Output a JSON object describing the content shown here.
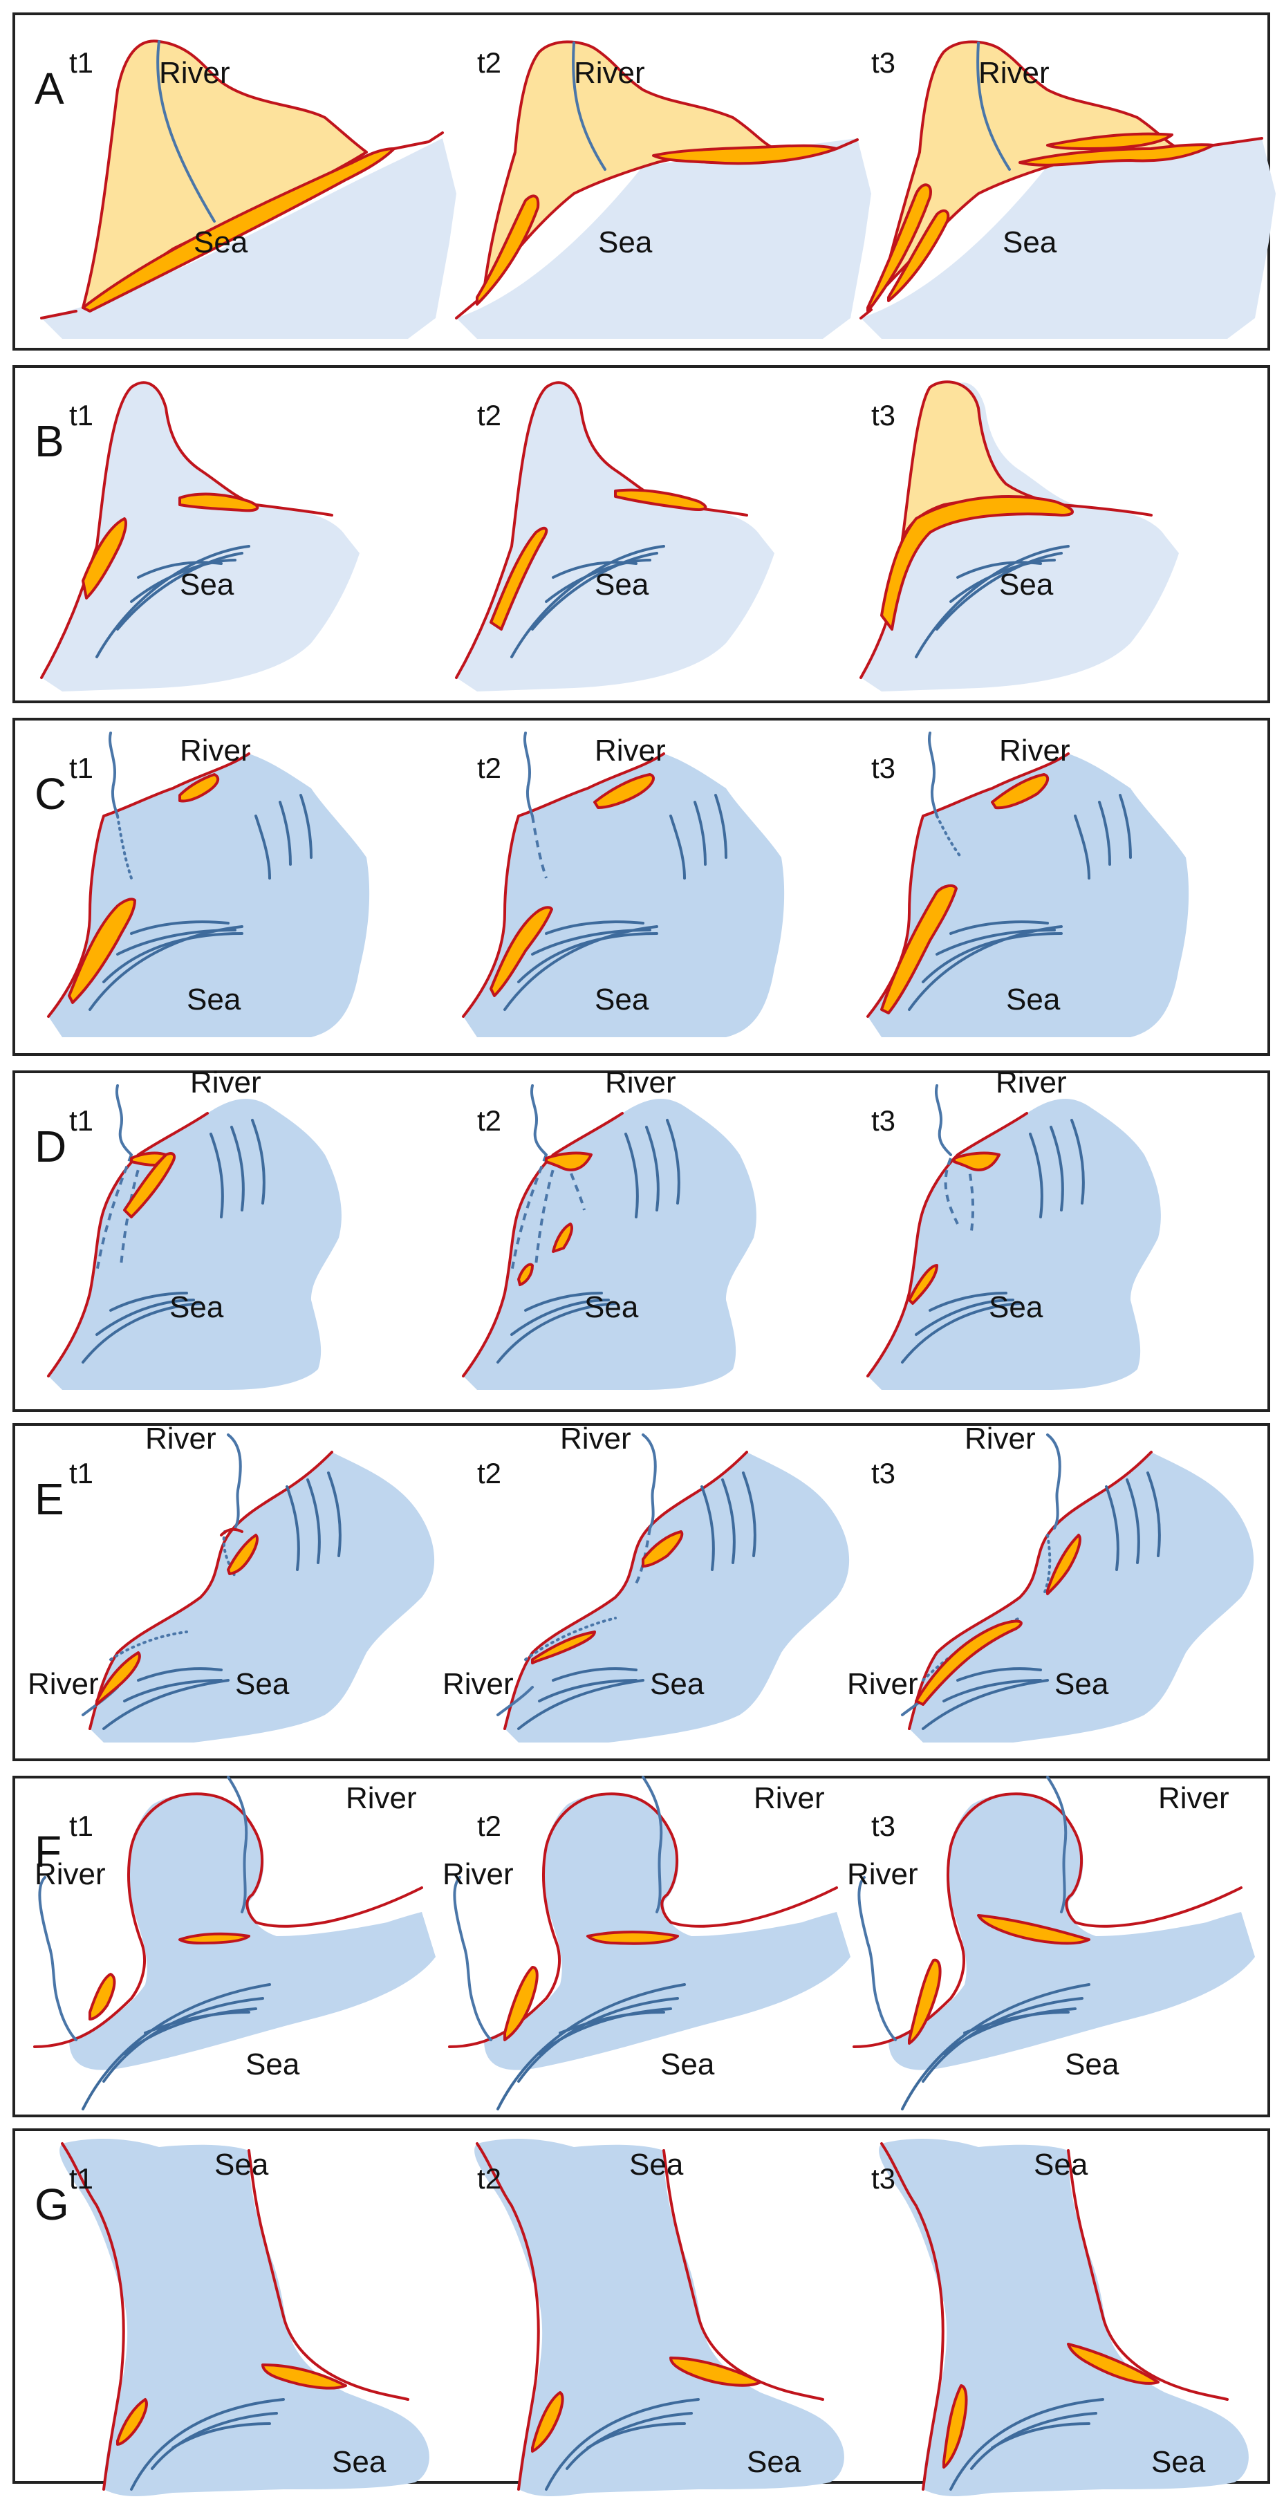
{
  "figure": {
    "colors": {
      "sea_light": "#dce7f5",
      "sea": "#bfd6ee",
      "land": "#fde29c",
      "spit": "#ffb000",
      "shoreline": "#c0141c",
      "river": "#4a76a8",
      "frame": "#222222"
    },
    "panels": [
      {
        "id": "A",
        "times": [
          "t1",
          "t2",
          "t3"
        ],
        "labels": [
          [
            "River",
            "Sea"
          ],
          [
            "River",
            "Sea"
          ],
          [
            "River",
            "Sea"
          ]
        ]
      },
      {
        "id": "B",
        "times": [
          "t1",
          "t2",
          "t3"
        ],
        "labels": [
          [
            "Sea"
          ],
          [
            "Sea"
          ],
          [
            "Sea"
          ]
        ]
      },
      {
        "id": "C",
        "times": [
          "t1",
          "t2",
          "t3"
        ],
        "labels": [
          [
            "River",
            "Sea"
          ],
          [
            "River",
            "Sea"
          ],
          [
            "River",
            "Sea"
          ]
        ]
      },
      {
        "id": "D",
        "times": [
          "t1",
          "t2",
          "t3"
        ],
        "labels": [
          [
            "River",
            "Sea"
          ],
          [
            "River",
            "Sea"
          ],
          [
            "River",
            "Sea"
          ]
        ]
      },
      {
        "id": "E",
        "times": [
          "t1",
          "t2",
          "t3"
        ],
        "labels": [
          [
            "River",
            "River",
            "Sea"
          ],
          [
            "River",
            "River",
            "Sea"
          ],
          [
            "River",
            "River",
            "Sea"
          ]
        ]
      },
      {
        "id": "F",
        "times": [
          "t1",
          "t2",
          "t3"
        ],
        "labels": [
          [
            "River",
            "River",
            "Sea"
          ],
          [
            "River",
            "River",
            "Sea"
          ],
          [
            "River",
            "River",
            "Sea"
          ]
        ]
      },
      {
        "id": "G",
        "times": [
          "t1",
          "t2",
          "t3"
        ],
        "labels": [
          [
            "Sea",
            "Sea"
          ],
          [
            "Sea",
            "Sea"
          ],
          [
            "Sea",
            "Sea"
          ]
        ]
      }
    ]
  }
}
